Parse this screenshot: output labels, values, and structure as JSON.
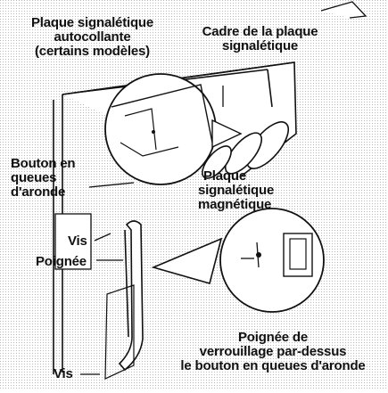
{
  "labels": {
    "adhesive_plate": [
      "Plaque signalétique",
      "autocollante",
      "(certains modèles)"
    ],
    "plate_frame": [
      "Cadre de la plaque",
      "signalétique"
    ],
    "dovetail_button": [
      "Bouton en",
      "queues",
      "d'aronde"
    ],
    "magnetic_plate": [
      "Plaque",
      "signalétique",
      "magnétique"
    ],
    "screw_top": "Vis",
    "handle": "Poignée",
    "top_lock_handle": [
      "Poignée de",
      "verrouillage par-dessus",
      "le bouton en queues d'aronde"
    ],
    "screw_bottom": "Vis"
  },
  "colors": {
    "ink": "#111111",
    "dots": "#b8b8b8",
    "background": "#ffffff"
  }
}
